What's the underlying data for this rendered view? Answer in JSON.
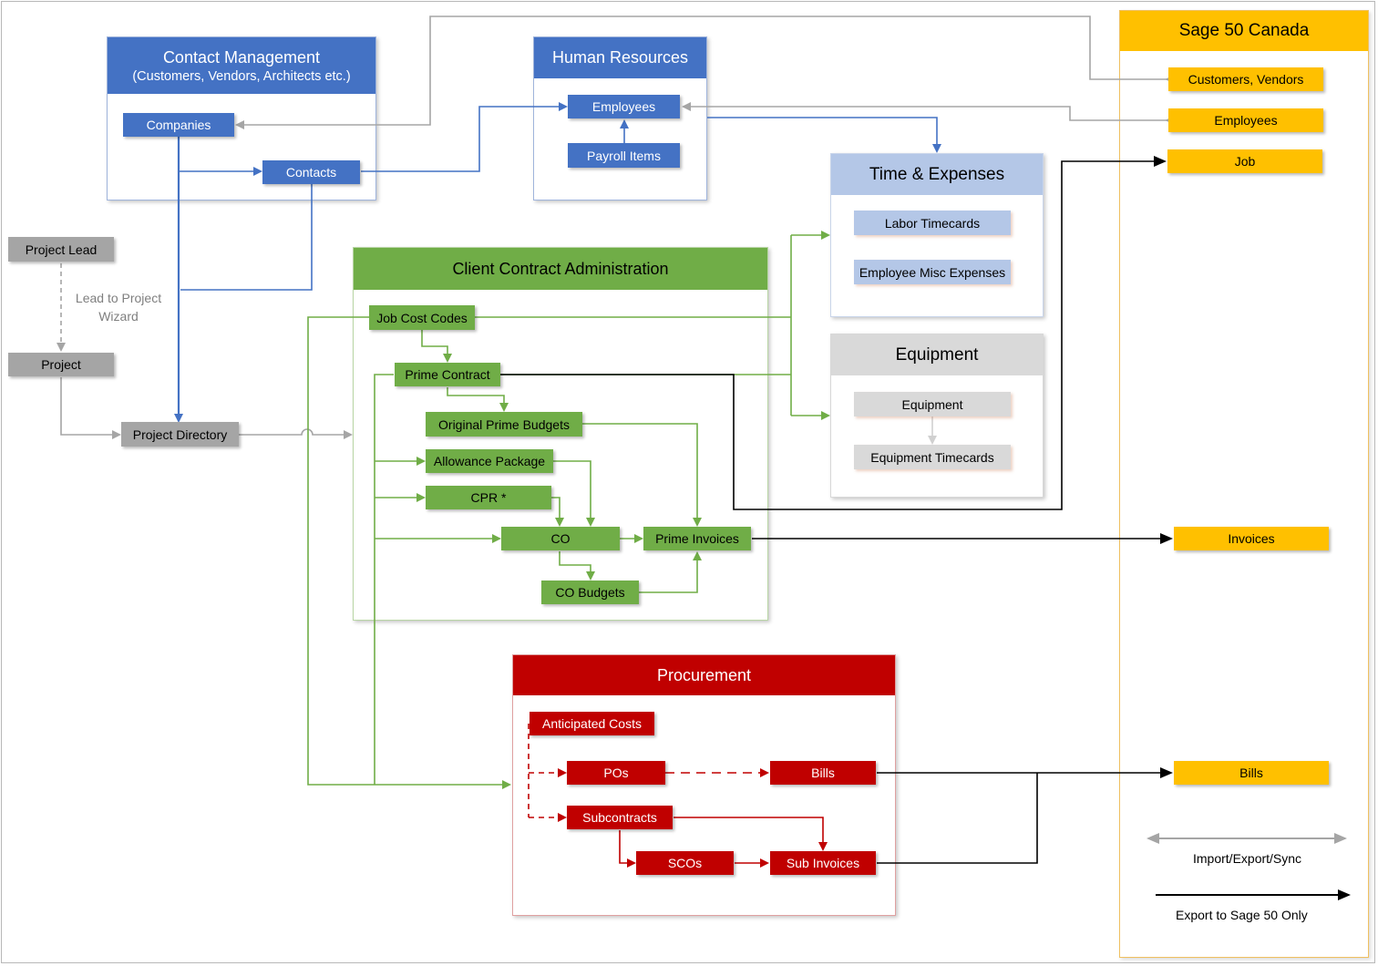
{
  "colors": {
    "blue": "#4472c4",
    "green": "#70ad47",
    "grey": "#a5a5a5",
    "red": "#c00000",
    "gold": "#ffc000",
    "lavender": "#b4c7e7",
    "light_grey": "#d9d9d9",
    "black": "#000000"
  },
  "contact_management": {
    "title": "Contact Management",
    "subtitle": "(Customers, Vendors, Architects etc.)",
    "companies": "Companies",
    "contacts": "Contacts"
  },
  "human_resources": {
    "title": "Human Resources",
    "employees": "Employees",
    "payroll_items": "Payroll Items"
  },
  "sage": {
    "title": "Sage 50 Canada",
    "customers_vendors": "Customers, Vendors",
    "employees": "Employees",
    "job": "Job",
    "invoices": "Invoices",
    "bills": "Bills"
  },
  "time_expenses": {
    "title": "Time & Expenses",
    "labor_timecards": "Labor Timecards",
    "employee_misc_expenses": "Employee Misc Expenses"
  },
  "equipment": {
    "title": "Equipment",
    "equipment": "Equipment",
    "equipment_timecards": "Equipment Timecards"
  },
  "project": {
    "project_lead": "Project Lead",
    "wizard_label": "Lead to Project Wizard",
    "project": "Project",
    "project_directory": "Project Directory"
  },
  "client_contract": {
    "title": "Client Contract Administration",
    "job_cost_codes": "Job Cost Codes",
    "prime_contract": "Prime Contract",
    "original_prime_budgets": "Original Prime Budgets",
    "allowance_package": "Allowance Package",
    "cpr": "CPR *",
    "co": "CO",
    "prime_invoices": "Prime Invoices",
    "co_budgets": "CO Budgets"
  },
  "procurement": {
    "title": "Procurement",
    "anticipated_costs": "Anticipated Costs",
    "pos": "POs",
    "bills": "Bills",
    "subcontracts": "Subcontracts",
    "scos": "SCOs",
    "sub_invoices": "Sub Invoices"
  },
  "legend": {
    "import_export_sync": "Import/Export/Sync",
    "export_only": "Export to Sage 50 Only"
  }
}
